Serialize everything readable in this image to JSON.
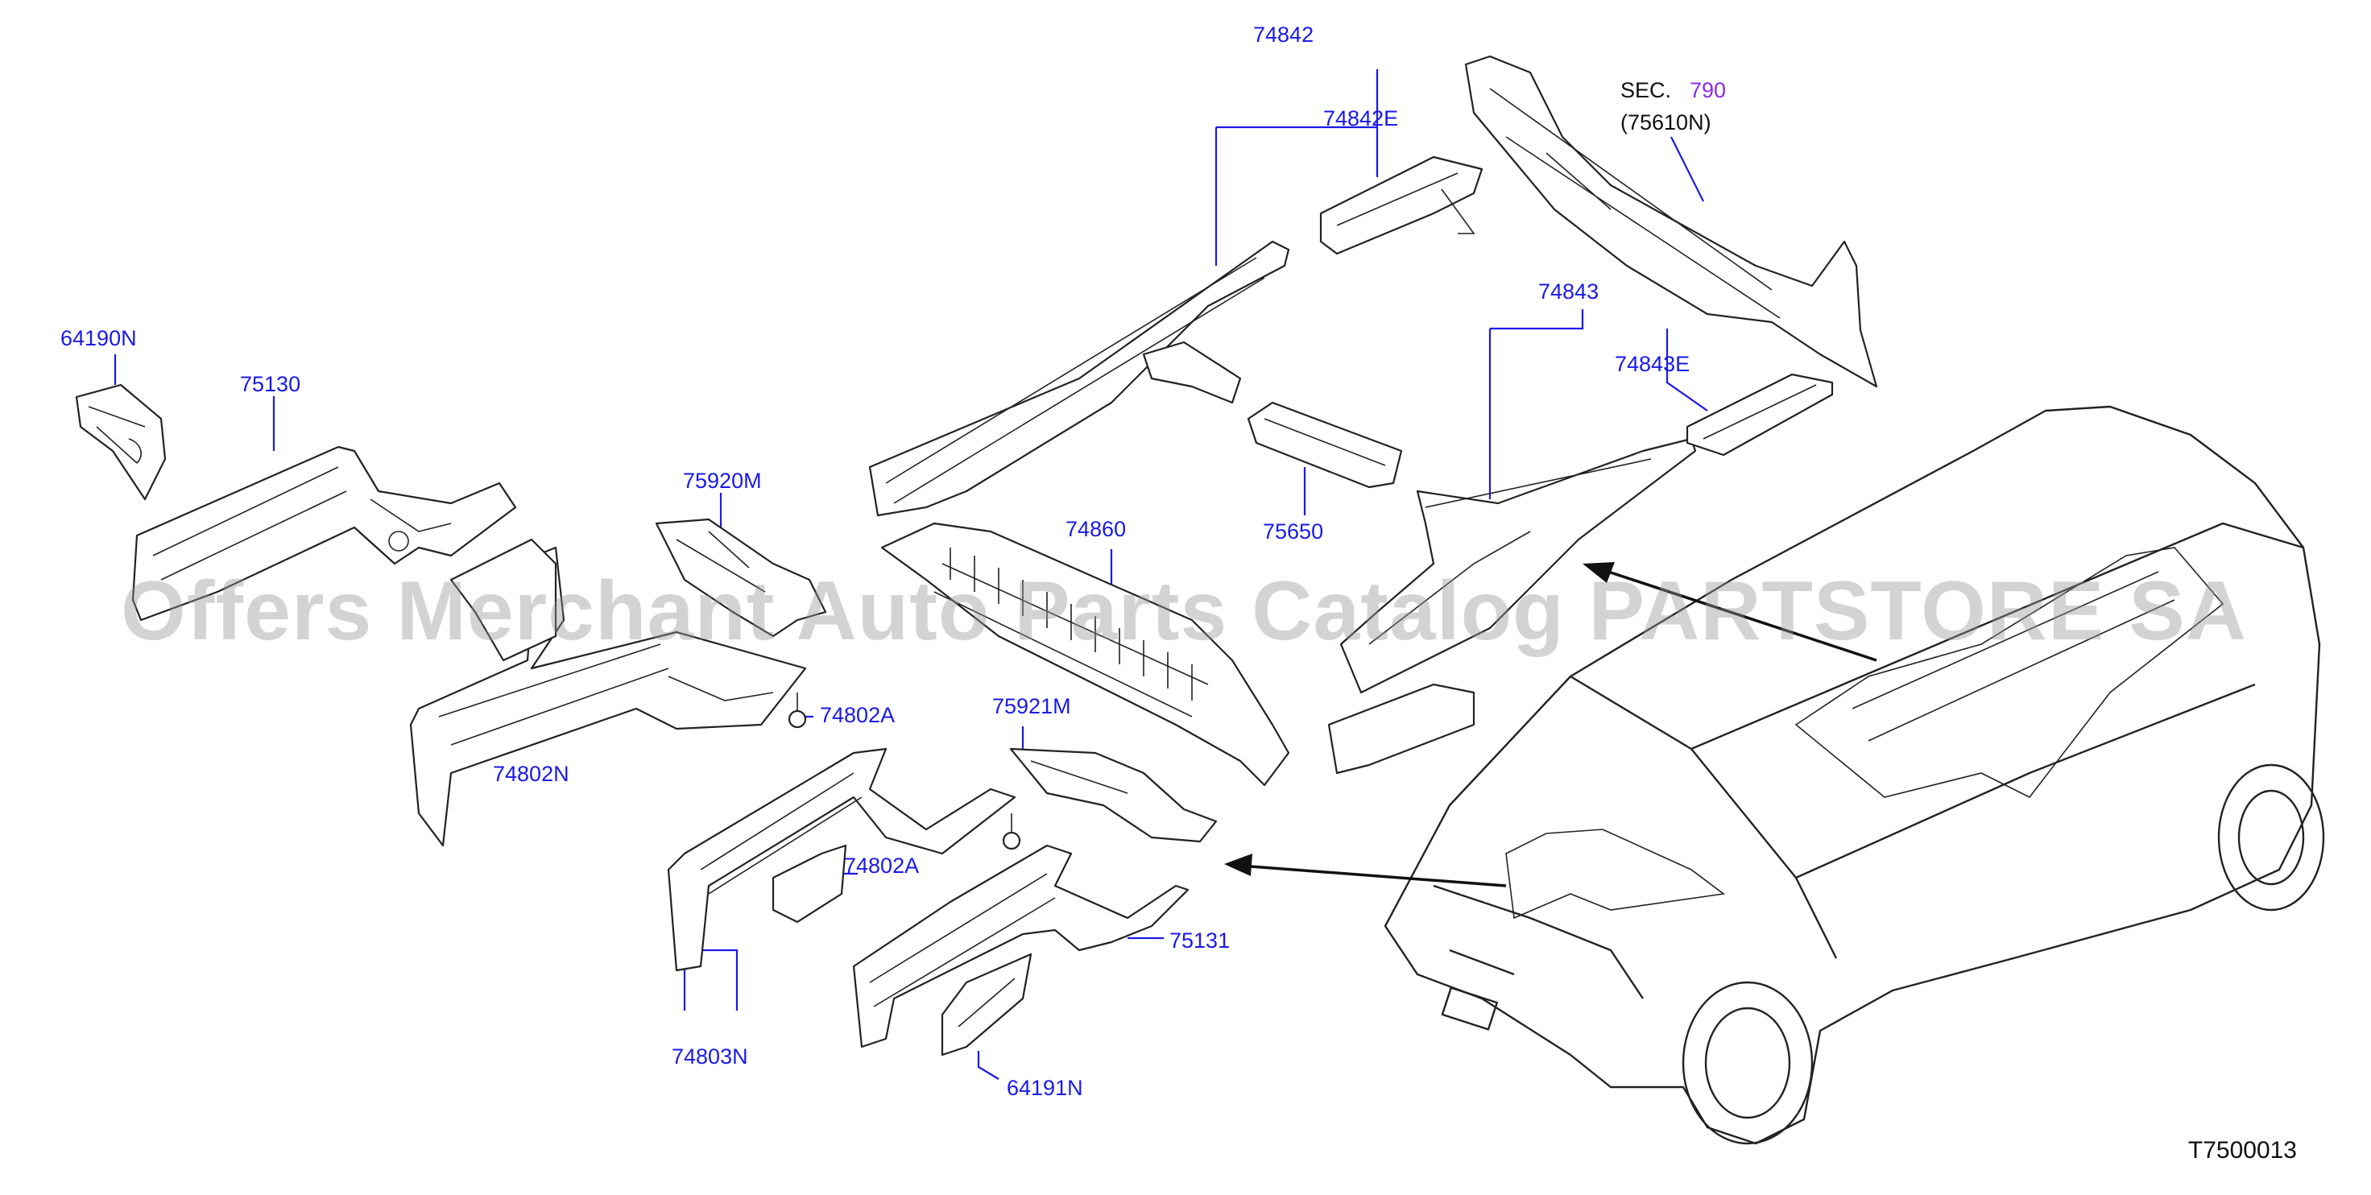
{
  "labels": {
    "p64190N": "64190N",
    "p75130": "75130",
    "p75920M": "75920M",
    "p74860": "74860",
    "p74842": "74842",
    "p74842E": "74842E",
    "p75650": "75650",
    "p74843": "74843",
    "p74843E": "74843E",
    "p74802N": "74802N",
    "p74802A_1": "74802A",
    "p74802A_2": "74802A",
    "p75921M": "75921M",
    "p75131": "75131",
    "p74803N": "74803N",
    "p64191N": "64191N"
  },
  "section": {
    "prefix": "SEC.",
    "number": "790",
    "sub": "(75610N)"
  },
  "watermark": "Offers Merchant Auto Parts Catalog PARTSTORE SA",
  "drawing_ref": "T7500013",
  "colors": {
    "label": "#1a1ae6",
    "section_number": "#8a2be2",
    "line": "#222222"
  }
}
